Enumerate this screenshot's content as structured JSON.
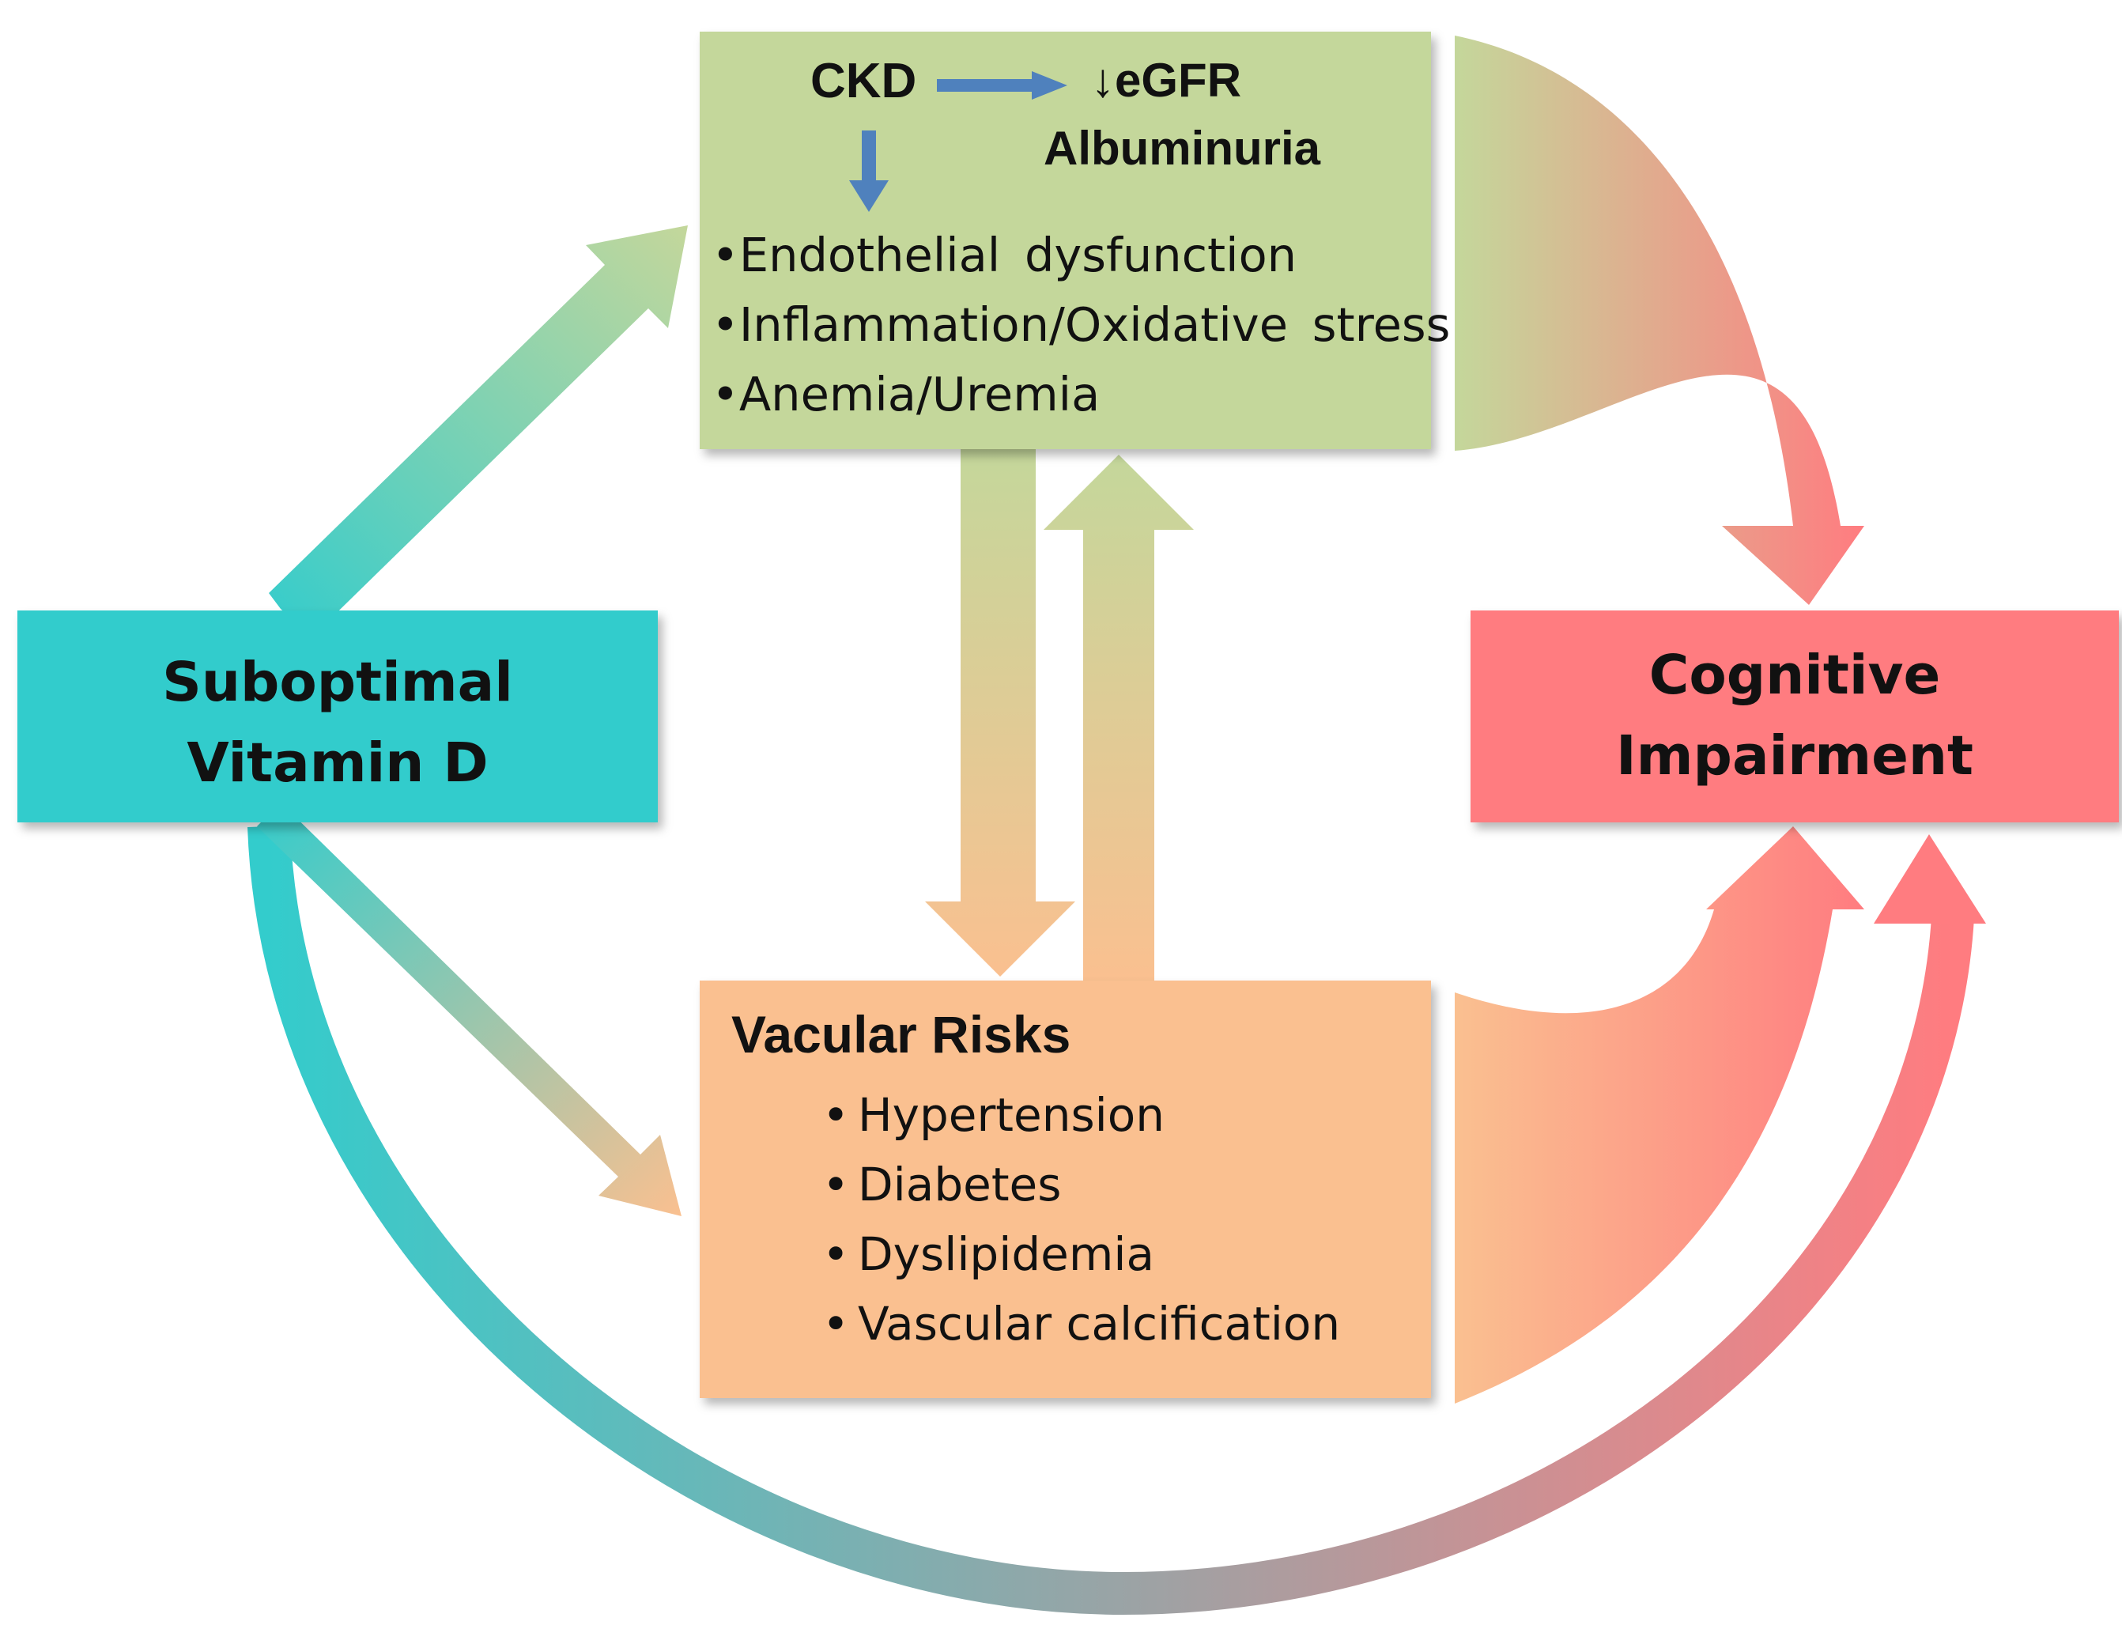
{
  "colors": {
    "teal": "#33CCCC",
    "green": "#C4D79B",
    "orange": "#FAC090",
    "salmon": "#FF7C80",
    "blue_arrow": "#4F81BD"
  },
  "nodes": {
    "vitamin_d": {
      "line1": "Suboptimal",
      "line2": "Vitamin D"
    },
    "cognitive": {
      "line1": "Cognitive",
      "line2": "Impairment"
    },
    "ckd": {
      "title": "CKD",
      "marker1": "↓eGFR",
      "marker2": "Albuminuria",
      "items": [
        "Endothelial dysfunction",
        "Inflammation/Oxidative stress",
        "Anemia/Uremia"
      ]
    },
    "vascular": {
      "title": "Vacular Risks",
      "items": [
        "Hypertension",
        "Diabetes",
        "Dyslipidemia",
        "Vascular calcification"
      ]
    }
  },
  "bullet_char": "•"
}
